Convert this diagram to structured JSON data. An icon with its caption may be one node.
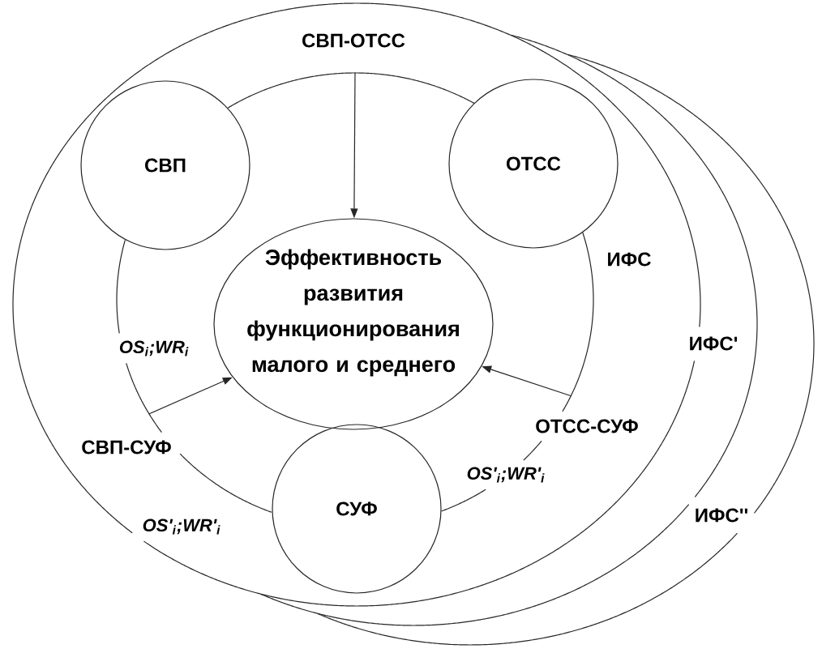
{
  "diagram": {
    "nodes": [
      {
        "text": [],
        "shape": "circle"
      },
      {
        "text": [
          "СВП"
        ]
      },
      {
        "text": [
          "ОТСС"
        ]
      },
      {
        "text": [
          "Эффективность развития функционирования малого и среднего"
        ],
        "in": 0
      },
      {
        "text": [
          "СУФ"
        ]
      }
    ],
    "edges": [
      {
        "from": 0,
        "to": 3,
        "arrow": "to",
        "label": "СВП-ОТСС"
      },
      {
        "from": 0,
        "to": 3,
        "arrow": "to",
        "label": "СВП-СУФ"
      },
      {
        "from": 0,
        "to": 3,
        "arrow": "to",
        "label": "ОТСС-СУФ"
      }
    ],
    "labels": [
      "ИФС",
      "OS$_{i}$;WR$_{i}$",
      "ИФС'",
      "OS'$_{i}$;WR'$_{i}$",
      "OS'$_{i}$;WR'$_{i}$",
      "ИФС''"
    ]
  }
}
